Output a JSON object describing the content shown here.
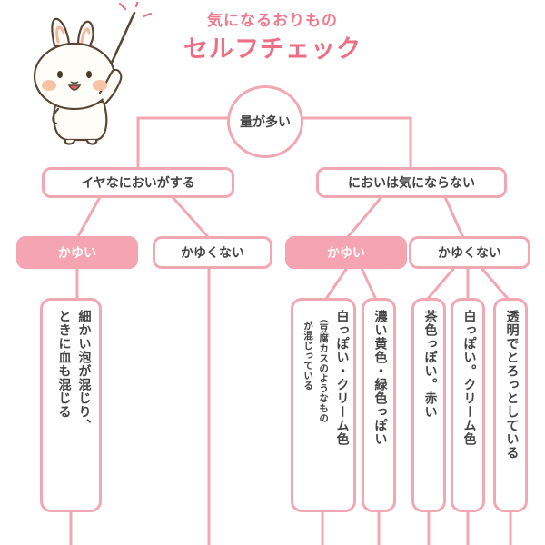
{
  "title": {
    "subtitle": "気になるおりもの",
    "main": "セルフチェック"
  },
  "root": {
    "label": "量が多い"
  },
  "level1": [
    {
      "label": "イヤなにおいがする"
    },
    {
      "label": "においは気にならない"
    }
  ],
  "level2": [
    {
      "label": "かゆい"
    },
    {
      "label": "かゆくない"
    },
    {
      "label": "かゆい"
    },
    {
      "label": "かゆくない"
    }
  ],
  "leaves": [
    {
      "lines": [
        "細かい泡が混じり、",
        "ときに血も混じる"
      ]
    },
    {
      "line1": "白っぽい・クリーム色",
      "note1": "（豆腐カスのようなもの",
      "note2": "が混じっている"
    },
    {
      "lines": [
        "濃い黄色・緑色っぽい"
      ]
    },
    {
      "lines": [
        "茶色っぽい。赤い"
      ]
    },
    {
      "lines": [
        "白っぽい。クリーム色"
      ]
    },
    {
      "lines": [
        "透明でとろっとしている"
      ]
    }
  ],
  "colors": {
    "accent": "#ee6e84",
    "line": "#f2a8b3",
    "fill": "#f4a5b1",
    "text": "#444444"
  },
  "mascot": {
    "icon": "rabbit-pointer-icon"
  }
}
